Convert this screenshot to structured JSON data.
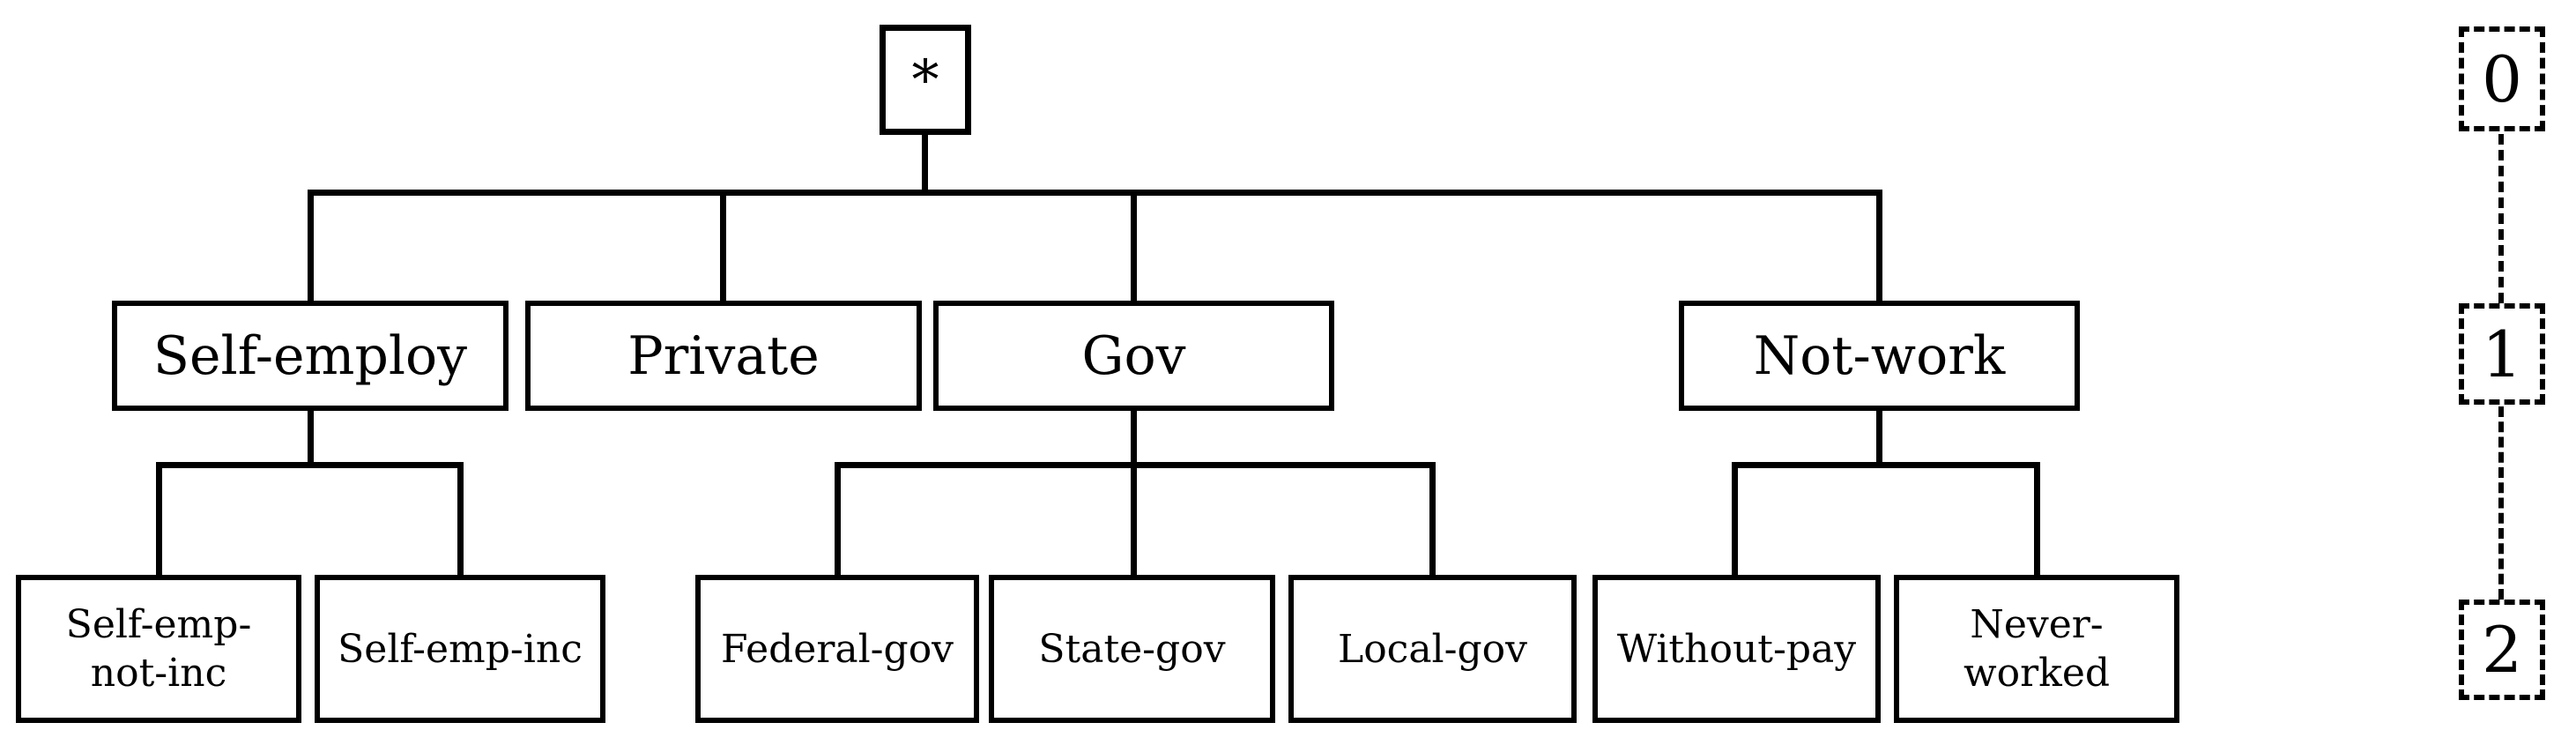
{
  "figure": {
    "type": "taxonomy-tree",
    "tree": {
      "root": {
        "label": "*",
        "depth": 0,
        "children": [
          {
            "label": "Self-employ",
            "lines": [
              "Self-employ"
            ],
            "depth": 1,
            "children": [
              {
                "label": "Self-emp-not-inc",
                "lines": [
                  "Self-emp-",
                  "not-inc"
                ],
                "depth": 2
              },
              {
                "label": "Self-emp-inc",
                "lines": [
                  "Self-emp-inc"
                ],
                "depth": 2
              }
            ]
          },
          {
            "label": "Private",
            "lines": [
              "Private"
            ],
            "depth": 1,
            "children": []
          },
          {
            "label": "Gov",
            "lines": [
              "Gov"
            ],
            "depth": 1,
            "children": [
              {
                "label": "Federal-gov",
                "lines": [
                  "Federal-gov"
                ],
                "depth": 2
              },
              {
                "label": "State-gov",
                "lines": [
                  "State-gov"
                ],
                "depth": 2
              },
              {
                "label": "Local-gov",
                "lines": [
                  "Local-gov"
                ],
                "depth": 2
              }
            ]
          },
          {
            "label": "Not-work",
            "lines": [
              "Not-work"
            ],
            "depth": 1,
            "children": [
              {
                "label": "Without-pay",
                "lines": [
                  "Without-pay"
                ],
                "depth": 2
              },
              {
                "label": "Never-worked",
                "lines": [
                  "Never-",
                  "worked"
                ],
                "depth": 2
              }
            ]
          }
        ]
      }
    },
    "depth_ruler": {
      "levels": [
        "0",
        "1",
        "2"
      ]
    },
    "colors": {
      "line": "#000000",
      "text": "#000000",
      "background": "#ffffff"
    }
  }
}
